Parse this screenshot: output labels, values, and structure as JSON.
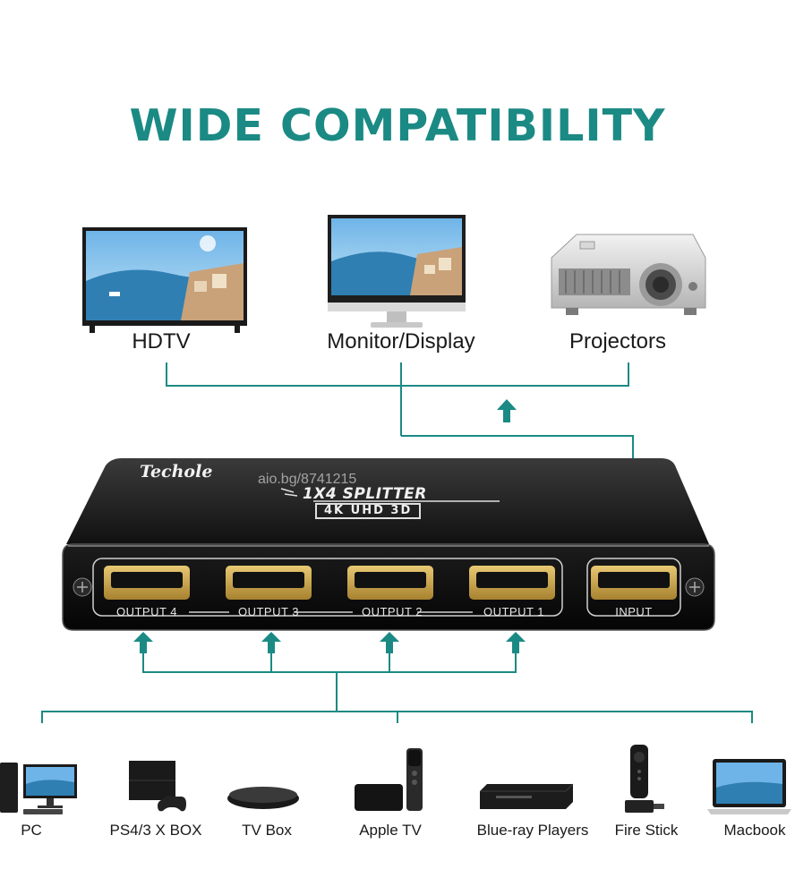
{
  "title": "WIDE COMPATIBILITY",
  "displays": {
    "hdtv": "HDTV",
    "monitor": "Monitor/Display",
    "projector": "Projectors"
  },
  "splitter": {
    "brand": "Techole",
    "model": "1X4 SPLITTER",
    "badge": "4K UHD 3D",
    "watermark": "aio.bg/8741215",
    "ports": [
      "OUTPUT 4",
      "OUTPUT 3",
      "OUTPUT 2",
      "OUTPUT 1"
    ],
    "input_label": "INPUT"
  },
  "sources": [
    "PC",
    "PS4/3 X BOX",
    "TV Box",
    "Apple TV",
    "Blue-ray Players",
    "Fire Stick",
    "Macbook"
  ],
  "colors": {
    "accent": "#1b8a84",
    "device_body": "#141414",
    "port_gold": "#c9a24a"
  },
  "icons": [
    "arrow-up-icon"
  ]
}
